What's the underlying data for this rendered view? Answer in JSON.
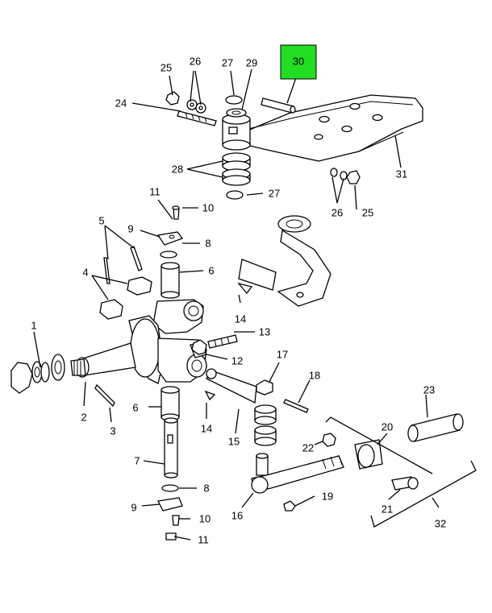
{
  "highlight": {
    "label": "30",
    "color": "#22dd22"
  },
  "callouts": {
    "c1": "1",
    "c2": "2",
    "c3": "3",
    "c4": "4",
    "c5": "5",
    "c6a": "6",
    "c6b": "6",
    "c7": "7",
    "c8a": "8",
    "c8b": "8",
    "c9a": "9",
    "c9b": "9",
    "c10a": "10",
    "c10b": "10",
    "c11a": "11",
    "c11b": "11",
    "c12": "12",
    "c13": "13",
    "c14a": "14",
    "c14b": "14",
    "c15": "15",
    "c16": "16",
    "c17": "17",
    "c18": "18",
    "c19": "19",
    "c20": "20",
    "c21": "21",
    "c22": "22",
    "c23": "23",
    "c24": "24",
    "c25a": "25",
    "c25b": "25",
    "c26a": "26",
    "c26b": "26",
    "c27a": "27",
    "c27b": "27",
    "c28": "28",
    "c29": "29",
    "c31": "31",
    "c32": "32"
  }
}
